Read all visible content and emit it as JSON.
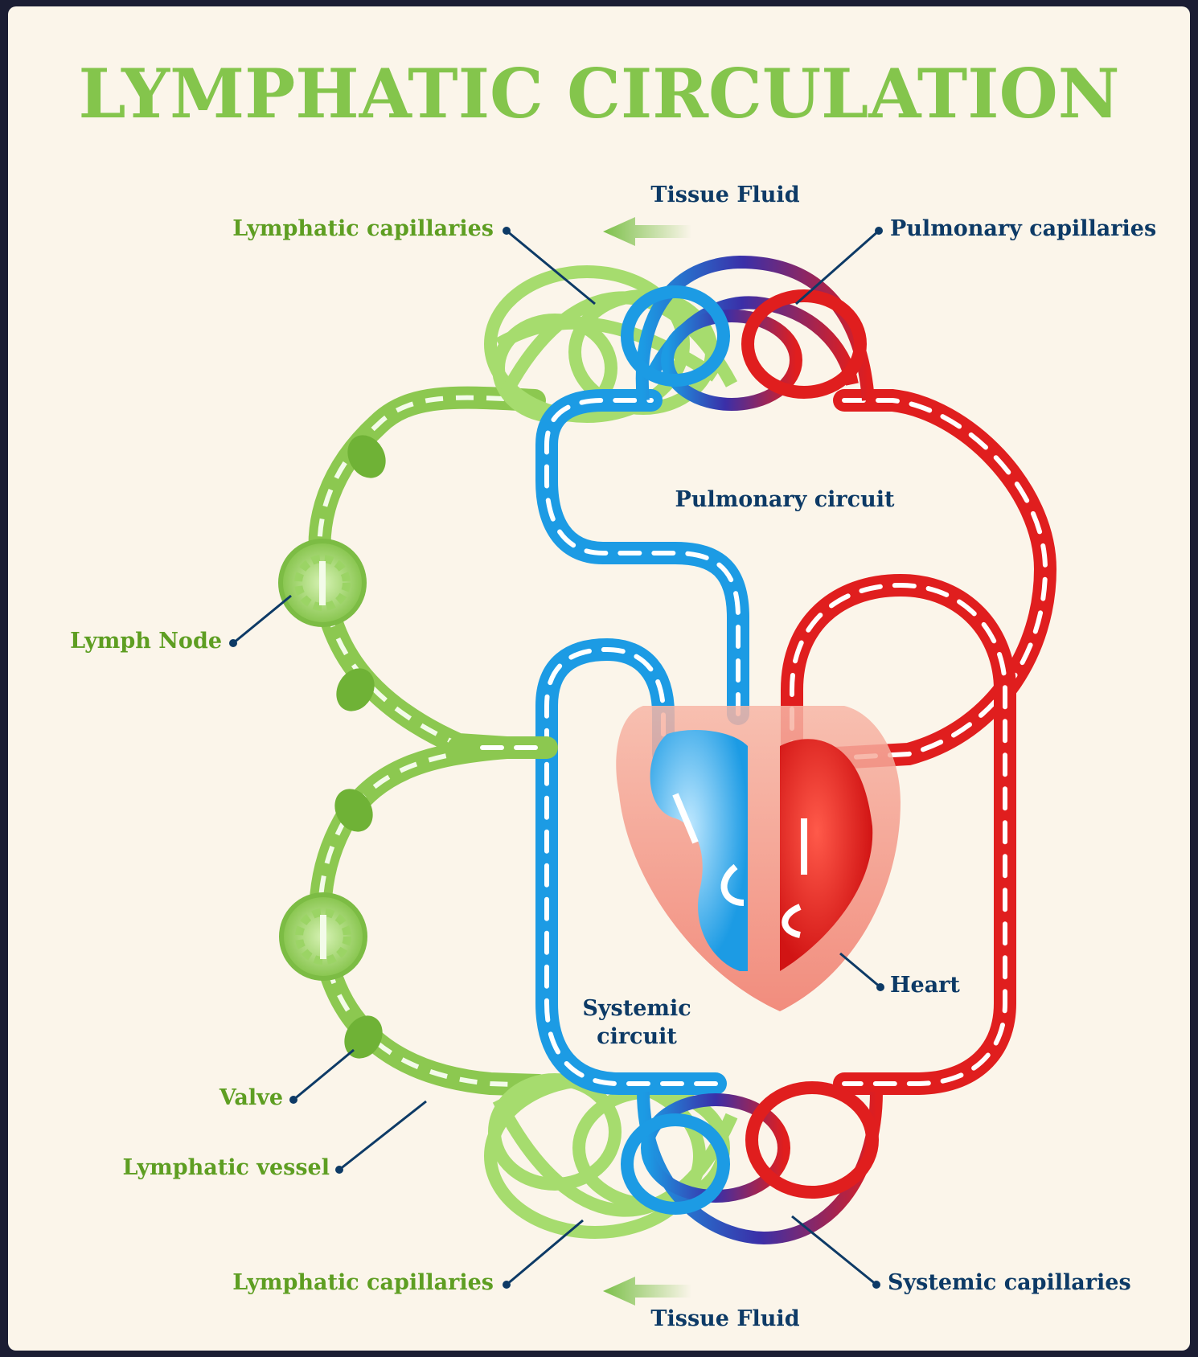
{
  "title": "LYMPHATIC CIRCULATION",
  "labels": {
    "tissue_fluid_top": "Tissue Fluid",
    "tissue_fluid_bottom": "Tissue Fluid",
    "lymphatic_capillaries_top": "Lymphatic capillaries",
    "lymphatic_capillaries_bottom": "Lymphatic capillaries",
    "pulmonary_capillaries": "Pulmonary capillaries",
    "pulmonary_circuit": "Pulmonary circuit",
    "lymph_node": "Lymph Node",
    "heart": "Heart",
    "systemic_circuit_line1": "Systemic",
    "systemic_circuit_line2": "circuit",
    "valve": "Valve",
    "lymphatic_vessel": "Lymphatic vessel",
    "systemic_capillaries": "Systemic capillaries"
  },
  "colors": {
    "lymph": "#8cc850",
    "lymph_light": "#b4e486",
    "deoxygenated": "#1c9be4",
    "oxygenated": "#e01e1e",
    "heart_outer": "#f5a596",
    "label_green": "#5e9e22",
    "label_navy": "#0d3a66"
  }
}
